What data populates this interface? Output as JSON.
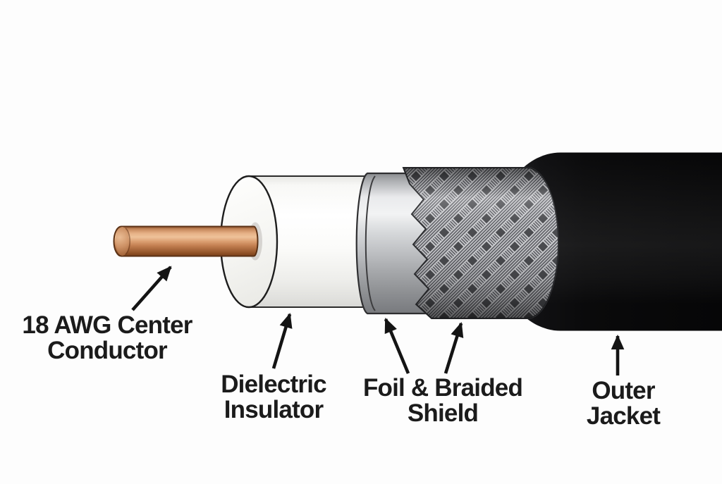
{
  "diagram": {
    "background_color": "#fdfdfd",
    "text_color": "#1b1b1b",
    "parts": {
      "center_conductor": {
        "label": "18 AWG Center\nConductor",
        "color": "#c07c4e"
      },
      "dielectric_insulator": {
        "label": "Dielectric\nInsulator",
        "color": "#f5f5f2"
      },
      "foil_braided_shield": {
        "label": "Foil & Braided\nShield",
        "color": "#c0c2c5"
      },
      "outer_jacket": {
        "label": "Outer Jacket",
        "color": "#0a0a0b"
      }
    }
  }
}
